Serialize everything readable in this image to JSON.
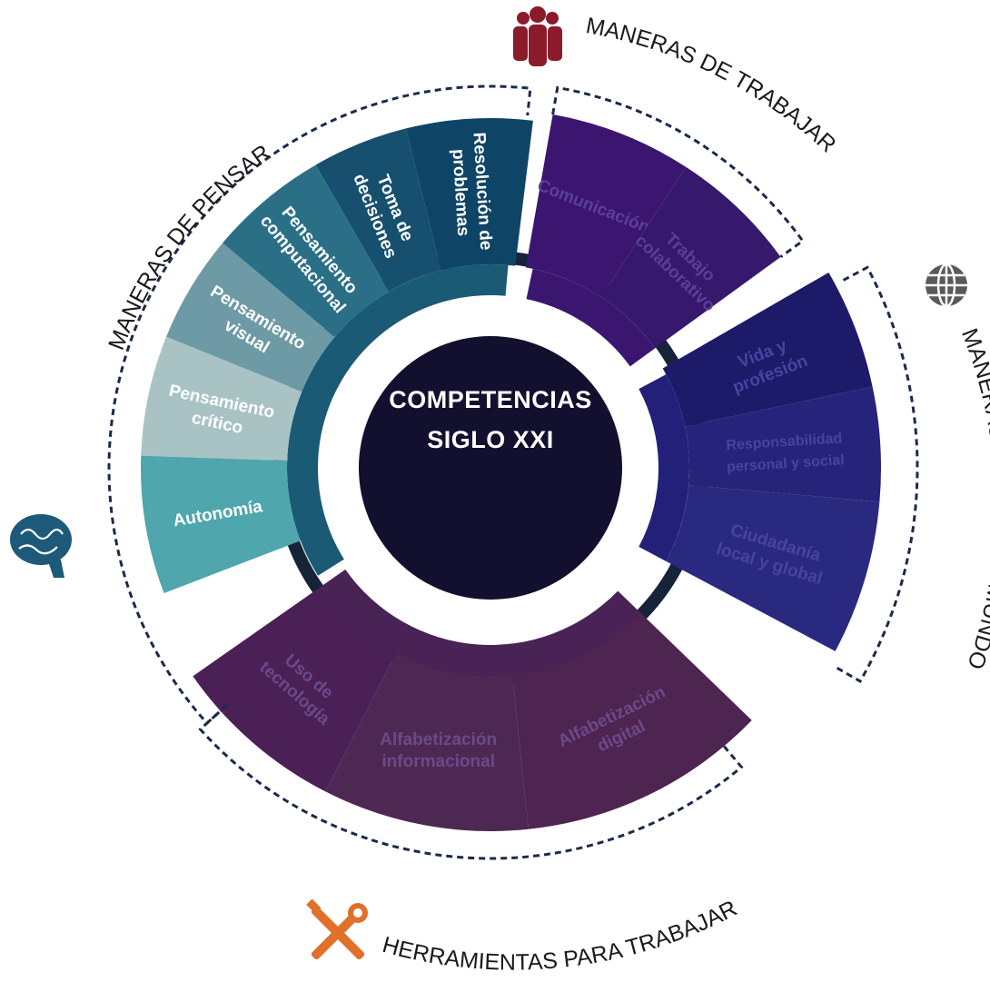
{
  "center": {
    "line1": "COMPETENCIAS",
    "line2": "SIGLO XXI"
  },
  "groups": [
    {
      "id": "pensar",
      "label": "MANERAS DE PENSAR",
      "icon": "brain-icon",
      "icon_color": "#1d5a7a",
      "color": "#1b5a75",
      "items": [
        "Resolución de problemas",
        "Toma de decisiones",
        "Pensamiento computacional",
        "Pensamiento visual",
        "Pensamiento crítico",
        "Autonomía"
      ]
    },
    {
      "id": "trabajar",
      "label": "MANERAS DE TRABAJAR",
      "icon": "people-group-icon",
      "icon_color": "#8b1a2b",
      "color": "#3a1670",
      "items": [
        "Comunicación",
        "Trabajo colaborativo"
      ]
    },
    {
      "id": "vivir",
      "label": "MANERAS DE VIVIR EL MUNDO",
      "icon": "globe-icon",
      "icon_color": "#5a5a5a",
      "color": "#23207a",
      "items": [
        "Vida y profesión",
        "Responsabilidad personal y social",
        "Ciudadanía local y global"
      ]
    },
    {
      "id": "herramientas",
      "label": "HERRAMIENTAS PARA TRABAJAR",
      "icon": "tools-icon",
      "icon_color": "#e0702a",
      "color": "#4a2356",
      "items": [
        "Uso de tecnología",
        "Alfabetización informacional",
        "Alfabetización digital"
      ]
    }
  ]
}
